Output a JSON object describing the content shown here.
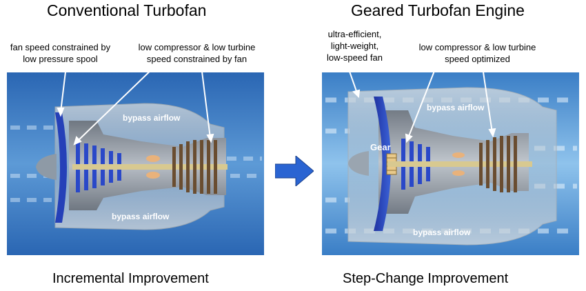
{
  "left": {
    "title": "Conventional Turbofan",
    "note_fan_line1": "fan speed constrained by",
    "note_fan_line2": "low pressure spool",
    "note_comp_line1": "low compressor & low turbine",
    "note_comp_line2": "speed constrained by fan",
    "bypass_top": "bypass airflow",
    "bypass_bottom": "bypass airflow",
    "caption": "Incremental Improvement"
  },
  "right": {
    "title": "Geared Turbofan Engine",
    "note_fan_line1": "ultra-efficient,",
    "note_fan_line2": "light-weight,",
    "note_fan_line3": "low-speed fan",
    "note_comp_line1": "low compressor & low turbine",
    "note_comp_line2": "speed optimized",
    "gear_label": "Gear",
    "bypass_top": "bypass airflow",
    "bypass_bottom": "bypass airflow",
    "caption": "Step-Change Improvement"
  },
  "colors": {
    "panel_blue": "#2f6fba",
    "panel_light": "#8fc3ec",
    "arrow_blue": "#2a64d2",
    "fan_blue": "#2540b8",
    "casing_grey": "#b9c3cc"
  },
  "icons": {
    "transition_arrow": "right-arrow-icon"
  }
}
